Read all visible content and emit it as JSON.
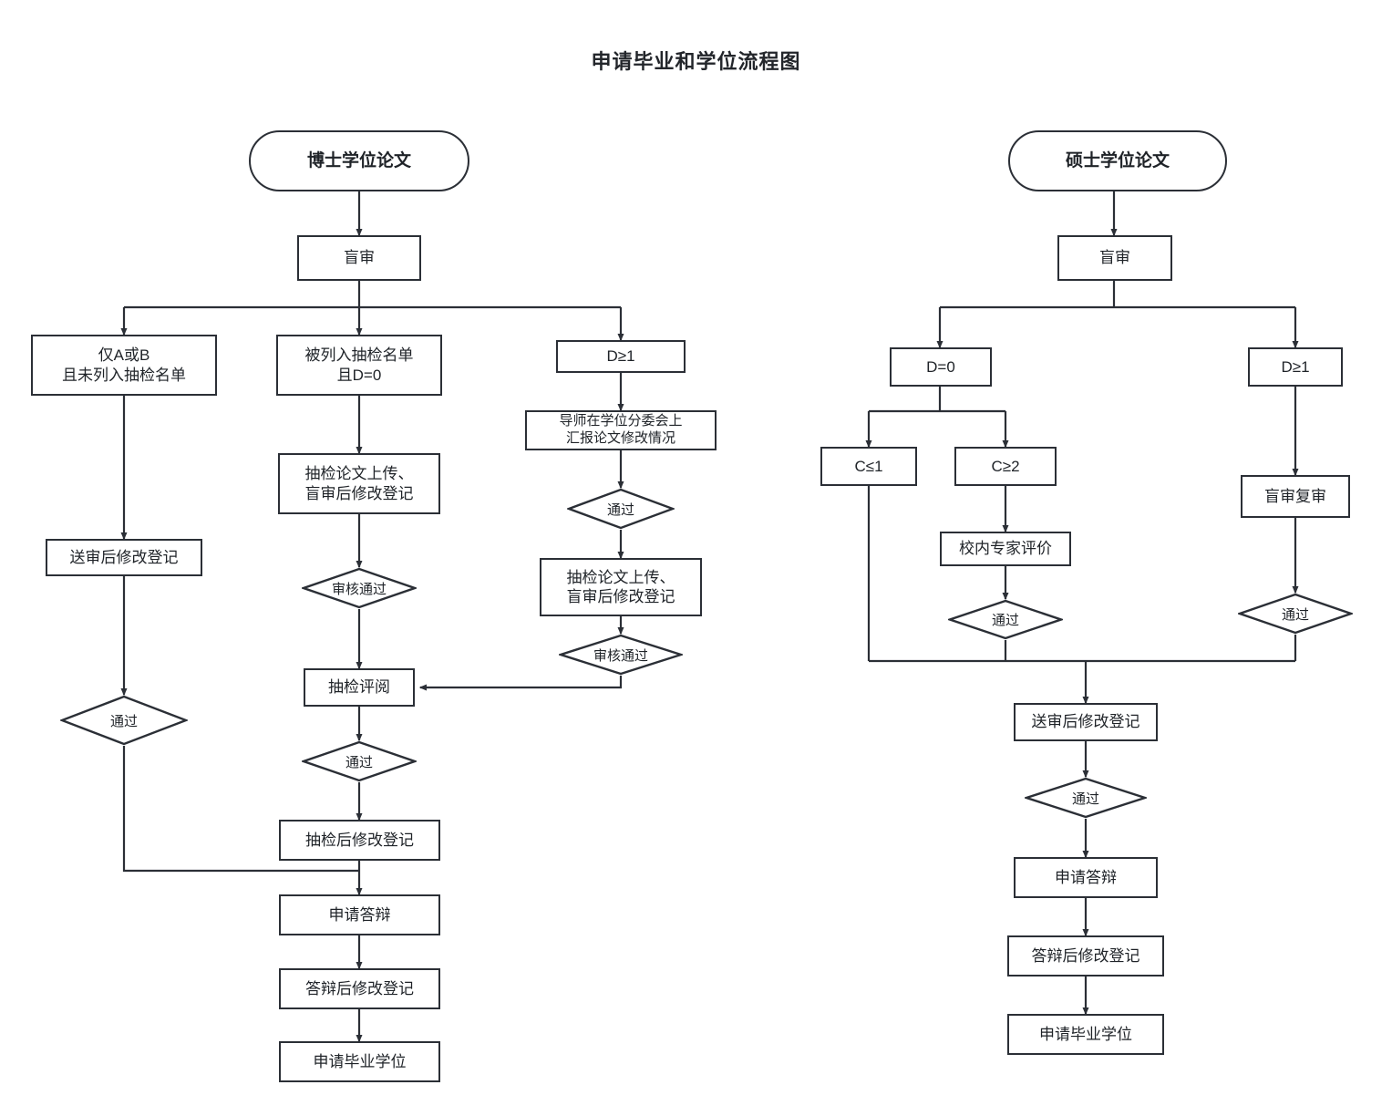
{
  "title": "申请毕业和学位流程图",
  "colors": {
    "stroke": "#2b2f36",
    "text": "#1f2328",
    "background": "#ffffff",
    "title": "#23262b"
  },
  "chart_data": {
    "type": "diagram",
    "title": "申请毕业和学位流程图",
    "diagram_kind": "flowchart",
    "orientation": "top-to-bottom",
    "lanes": [
      "博士学位论文",
      "硕士学位论文"
    ]
  },
  "doctoral": {
    "start": "博士学位论文",
    "blind_review": "盲审",
    "branch_a": {
      "condition": "仅A或B\n且未列入抽检名单",
      "step1": "送审后修改登记",
      "gate1": "通过"
    },
    "branch_b": {
      "condition": "被列入抽检名单\n且D=0",
      "step1": "抽检论文上传、\n盲审后修改登记",
      "gate1": "审核通过"
    },
    "branch_c": {
      "condition": "D≥1",
      "step1": "导师在学位分委会上\n汇报论文修改情况",
      "gate1": "通过",
      "step2": "抽检论文上传、\n盲审后修改登记",
      "gate2": "审核通过"
    },
    "merge": {
      "review": "抽检评阅",
      "gate": "通过",
      "after_spot_check": "抽检后修改登记",
      "apply_defense": "申请答辩",
      "after_defense": "答辩后修改登记",
      "apply_degree": "申请毕业学位"
    }
  },
  "master": {
    "start": "硕士学位论文",
    "blind_review": "盲审",
    "branch_d0": {
      "condition": "D=0",
      "sub_c1": "C≤1",
      "sub_c2": "C≥2",
      "expert": "校内专家评价",
      "gate": "通过"
    },
    "branch_d1": {
      "condition": "D≥1",
      "recheck": "盲审复审",
      "gate": "通过"
    },
    "merge": {
      "after_submit": "送审后修改登记",
      "gate": "通过",
      "apply_defense": "申请答辩",
      "after_defense": "答辩后修改登记",
      "apply_degree": "申请毕业学位"
    }
  }
}
